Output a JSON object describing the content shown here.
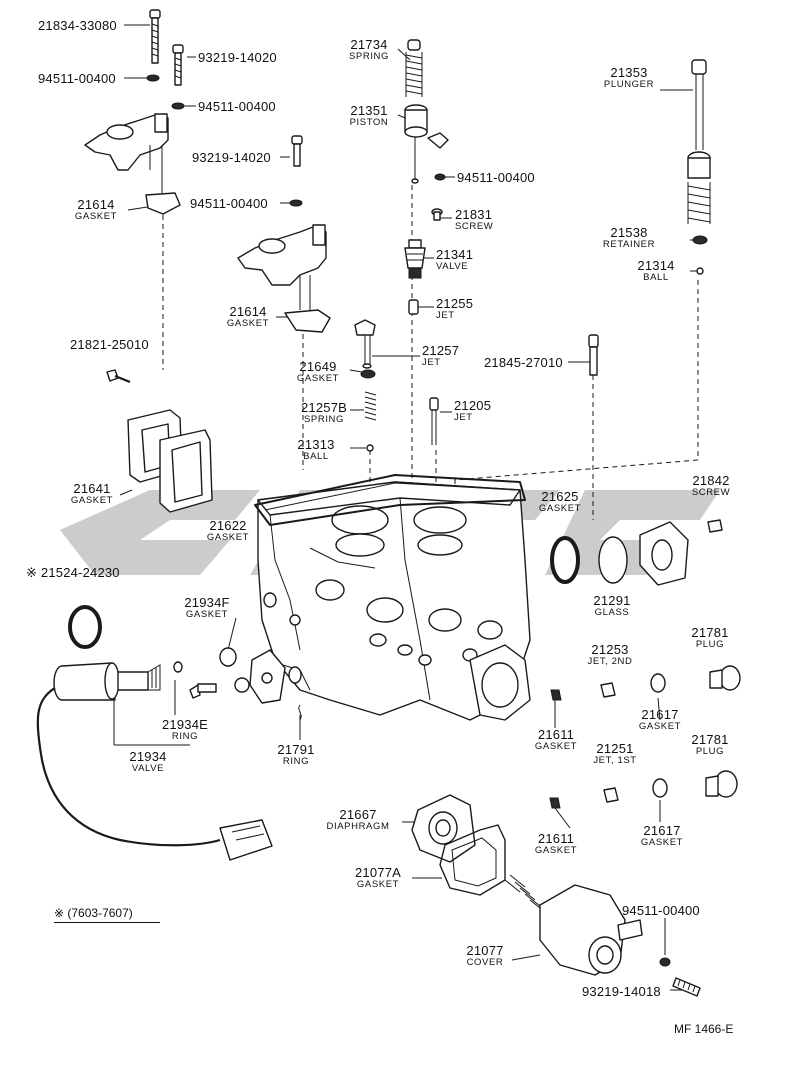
{
  "watermark_color": "#c8c8c8",
  "line_color": "#1a1a1a",
  "labels": {
    "p21834_33080": "21834-33080",
    "p93219_14020_a": "93219-14020",
    "p94511_00400_a": "94511-00400",
    "p94511_00400_b": "94511-00400",
    "p93219_14020_b": "93219-14020",
    "p94511_00400_c": "94511-00400",
    "p21614_a": "21614",
    "p21614_a_name": "GASKET",
    "p21614_b": "21614",
    "p21614_b_name": "GASKET",
    "p21821_25010": "21821-25010",
    "p21641": "21641",
    "p21641_name": "GASKET",
    "p21524_24230": "※ 21524-24230",
    "p21934": "21934",
    "p21934_name": "VALVE",
    "p21934E": "21934E",
    "p21934E_name": "RING",
    "p21934F": "21934F",
    "p21934F_name": "GASKET",
    "p21622": "21622",
    "p21622_name": "GASKET",
    "p21791": "21791",
    "p21791_name": "RING",
    "p21734": "21734",
    "p21734_name": "SPRING",
    "p21351": "21351",
    "p21351_name": "PISTON",
    "p94511_00400_d": "94511-00400",
    "p21831": "21831",
    "p21831_name": "SCREW",
    "p21341": "21341",
    "p21341_name": "VALVE",
    "p21255": "21255",
    "p21255_name": "JET",
    "p21257": "21257",
    "p21257_name": "JET",
    "p21649": "21649",
    "p21649_name": "GASKET",
    "p21257B": "21257B",
    "p21257B_name": "SPRING",
    "p21205": "21205",
    "p21205_name": "JET",
    "p21313": "21313",
    "p21313_name": "BALL",
    "p21845_27010": "21845-27010",
    "p21353": "21353",
    "p21353_name": "PLUNGER",
    "p21538": "21538",
    "p21538_name": "RETAINER",
    "p21314": "21314",
    "p21314_name": "BALL",
    "p21842": "21842",
    "p21842_name": "SCREW",
    "p21625": "21625",
    "p21625_name": "GASKET",
    "p21291": "21291",
    "p21291_name": "GLASS",
    "p21253": "21253",
    "p21253_name": "JET, 2ND",
    "p21781_a": "21781",
    "p21781_a_name": "PLUG",
    "p21611_a": "21611",
    "p21611_a_name": "GASKET",
    "p21617_a": "21617",
    "p21617_a_name": "GASKET",
    "p21251": "21251",
    "p21251_name": "JET, 1ST",
    "p21781_b": "21781",
    "p21781_b_name": "PLUG",
    "p21617_b": "21617",
    "p21617_b_name": "GASKET",
    "p21611_b": "21611",
    "p21611_b_name": "GASKET",
    "p21667": "21667",
    "p21667_name": "DIAPHRAGM",
    "p21077A": "21077A",
    "p21077A_name": "GASKET",
    "p21077": "21077",
    "p21077_name": "COVER",
    "p94511_00400_e": "94511-00400",
    "p93219_14018": "93219-14018"
  },
  "note": "※ (7603-7607)",
  "footer": "MF 1466-E"
}
